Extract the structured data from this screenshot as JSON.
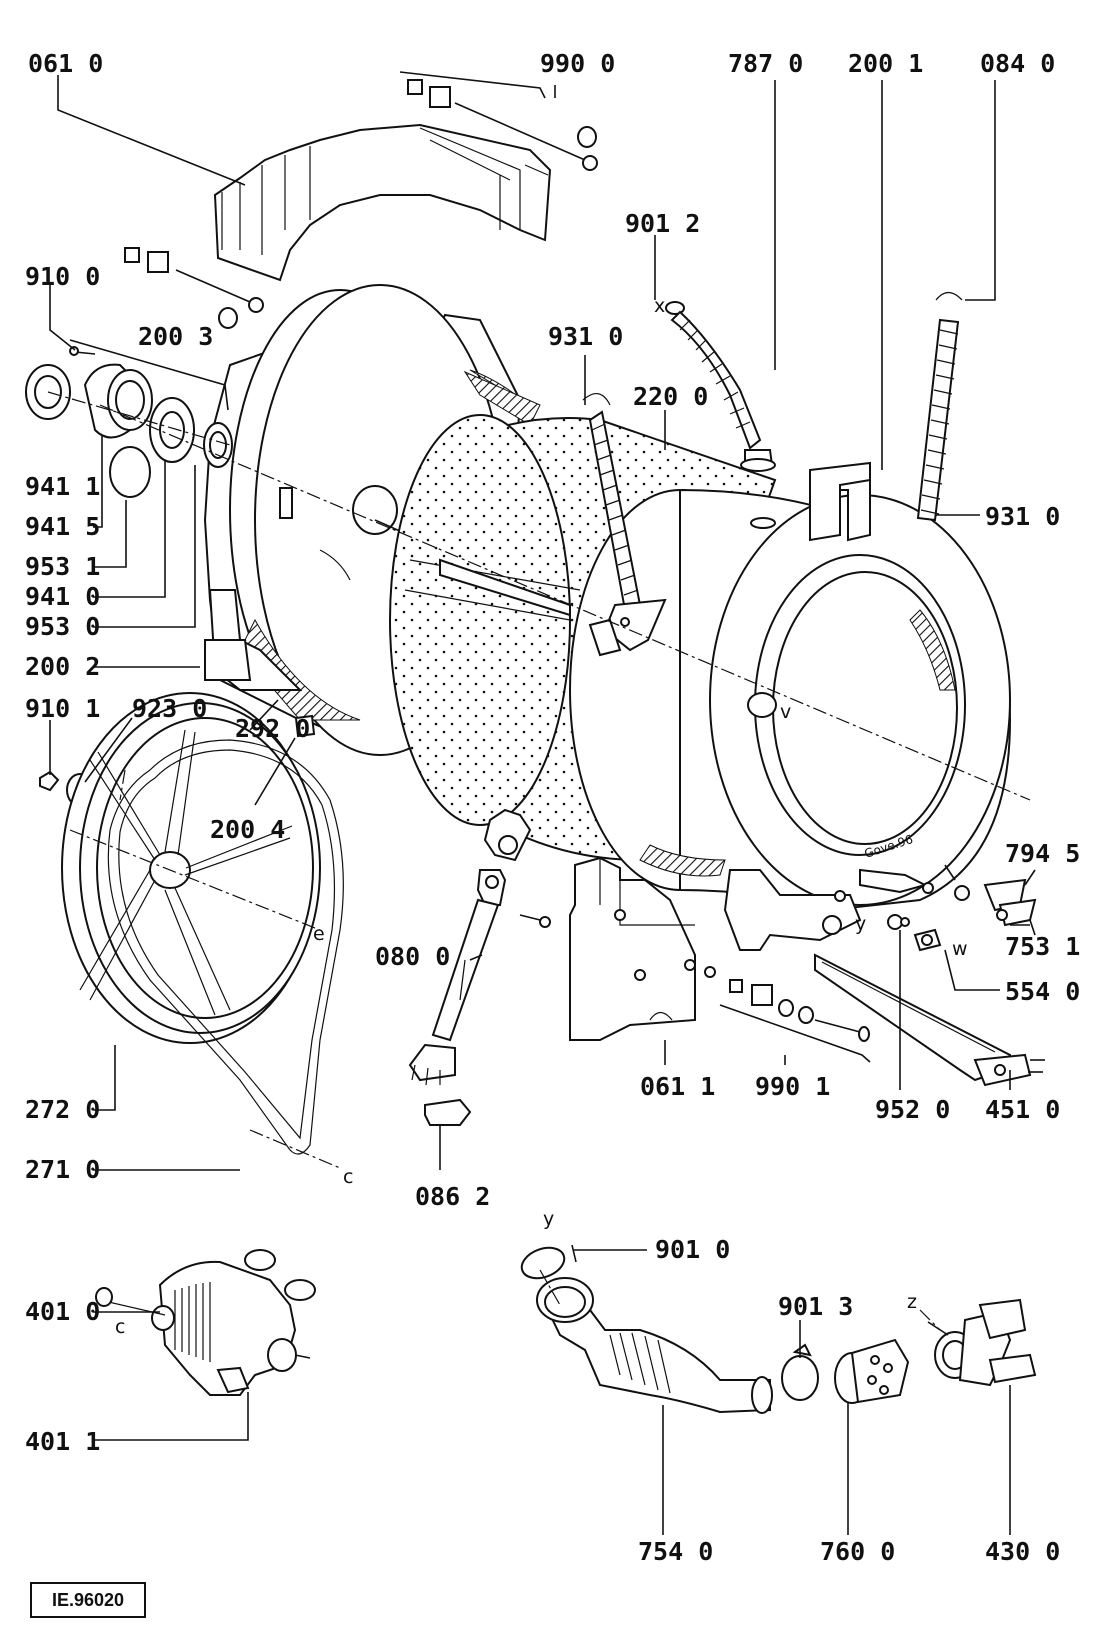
{
  "drawing_code": "IE.96020",
  "stamp": "Gove.96",
  "labels": {
    "l0610": "061 0",
    "l9900": "990 0",
    "l7870": "787 0",
    "l2001": "200 1",
    "l0840": "084 0",
    "l9012": "901 2",
    "l9100": "910 0",
    "l2003": "200 3",
    "l9310a": "931 0",
    "l2200": "220 0",
    "l9310b": "931 0",
    "l9411": "941 1",
    "l9415": "941 5",
    "l9531": "953 1",
    "l9410": "941 0",
    "l9530": "953 0",
    "l2002": "200 2",
    "l9101": "910 1",
    "l9230": "923 0",
    "l2920": "292 0",
    "l2004": "200 4",
    "l7945": "794 5",
    "l7531": "753 1",
    "l5540": "554 0",
    "l0800": "080 0",
    "l0611": "061 1",
    "l9901": "990 1",
    "l9520": "952 0",
    "l4510": "451 0",
    "l2720": "272 0",
    "l2710": "271 0",
    "l0862": "086 2",
    "l9010": "901 0",
    "l9013": "901 3",
    "l4010": "401 0",
    "l4011": "401 1",
    "l7540": "754 0",
    "l7600": "760 0",
    "l4300": "430 0"
  },
  "markers": {
    "x": "x",
    "v": "v",
    "y1": "y",
    "w": "w",
    "e": "e",
    "c1": "c",
    "y2": "y",
    "z": "z",
    "c2": "c"
  }
}
